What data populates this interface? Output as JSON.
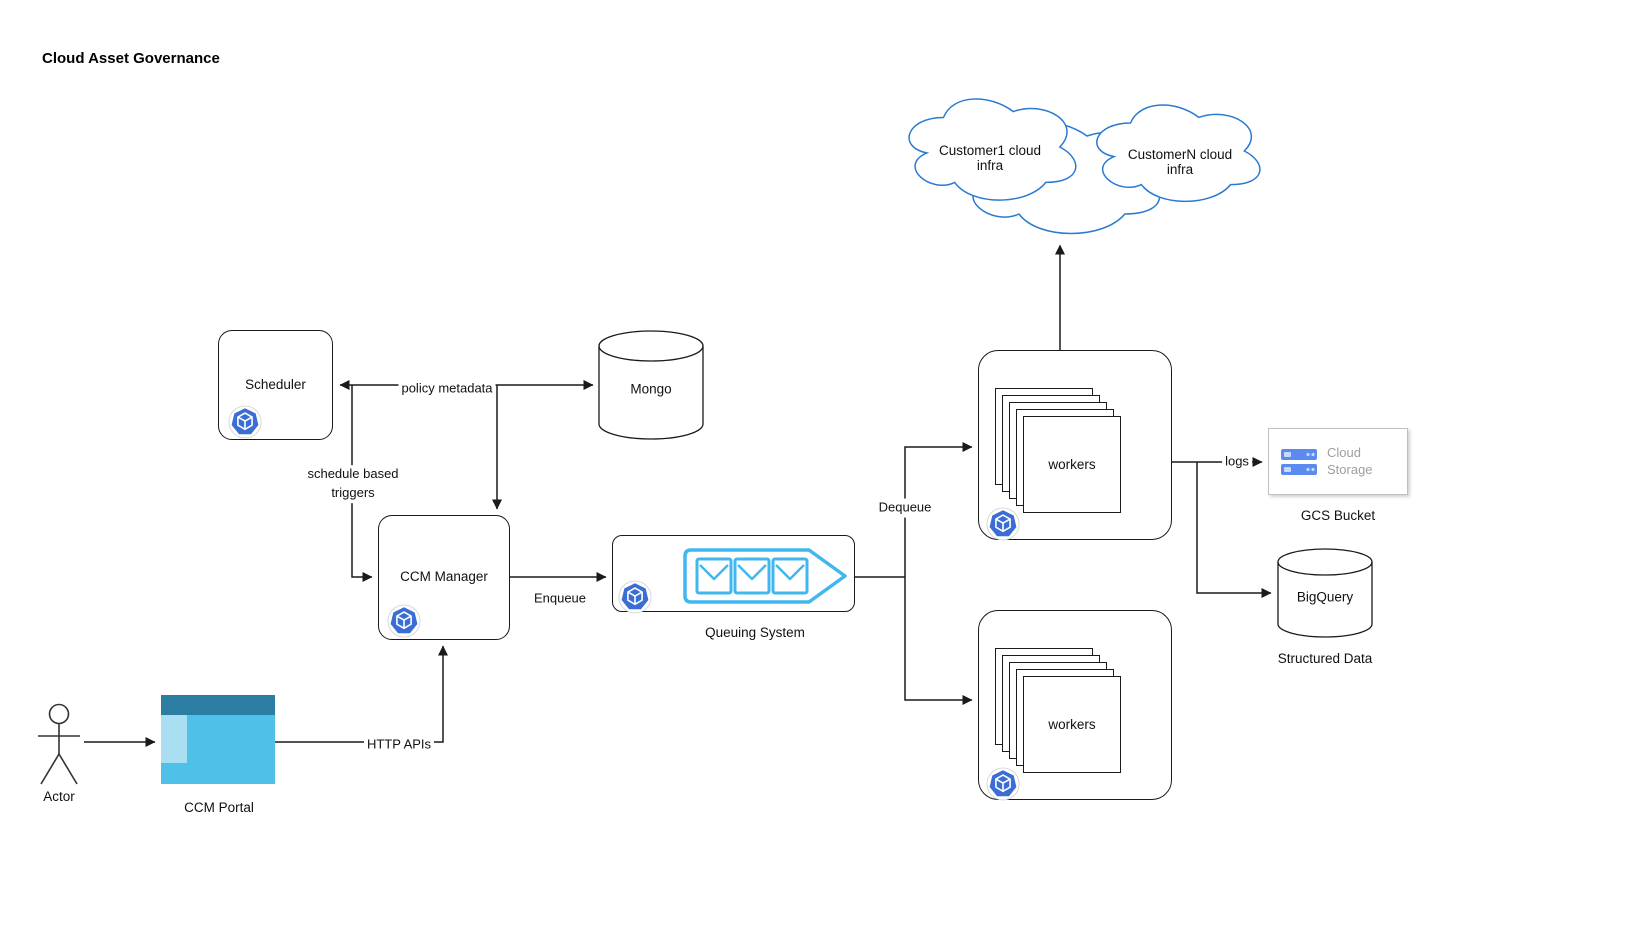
{
  "title": "Cloud Asset Governance",
  "nodes": {
    "actor": {
      "label": "Actor"
    },
    "ccm_portal": {
      "label": "CCM Portal"
    },
    "scheduler": {
      "label": "Scheduler"
    },
    "mongo": {
      "label": "Mongo"
    },
    "ccm_manager": {
      "label": "CCM Manager"
    },
    "queuing_system": {
      "label": "Queuing System"
    },
    "workers_top": {
      "label": "workers"
    },
    "workers_bottom": {
      "label": "workers"
    },
    "customer1_cloud": {
      "label": "Customer1 cloud\ninfra"
    },
    "customerN_cloud": {
      "label": "CustomerN cloud\ninfra"
    },
    "gcs_bucket": {
      "icon_text": "Cloud\nStorage",
      "label": "GCS Bucket"
    },
    "bigquery": {
      "label": "BigQuery",
      "caption": "Structured Data"
    }
  },
  "edges": {
    "http_apis": {
      "label": "HTTP APIs"
    },
    "schedule_triggers": {
      "label": "schedule based\ntriggers"
    },
    "policy_metadata": {
      "label": "policy metadata"
    },
    "enqueue": {
      "label": "Enqueue"
    },
    "dequeue": {
      "label": "Dequeue"
    },
    "logs": {
      "label": "logs"
    }
  },
  "colors": {
    "line": "#1a1a1a",
    "cloud_stroke": "#2a7ad2",
    "queue_accent": "#41b7ef",
    "hexagon_icon_blue": "#3b6ed5",
    "storage_icon_blue": "#5b8bf0",
    "portal_header": "#2b7da2",
    "portal_body": "#4fc0e8",
    "portal_sidebar": "#aadef2",
    "muted_text": "#9e9e9e"
  }
}
